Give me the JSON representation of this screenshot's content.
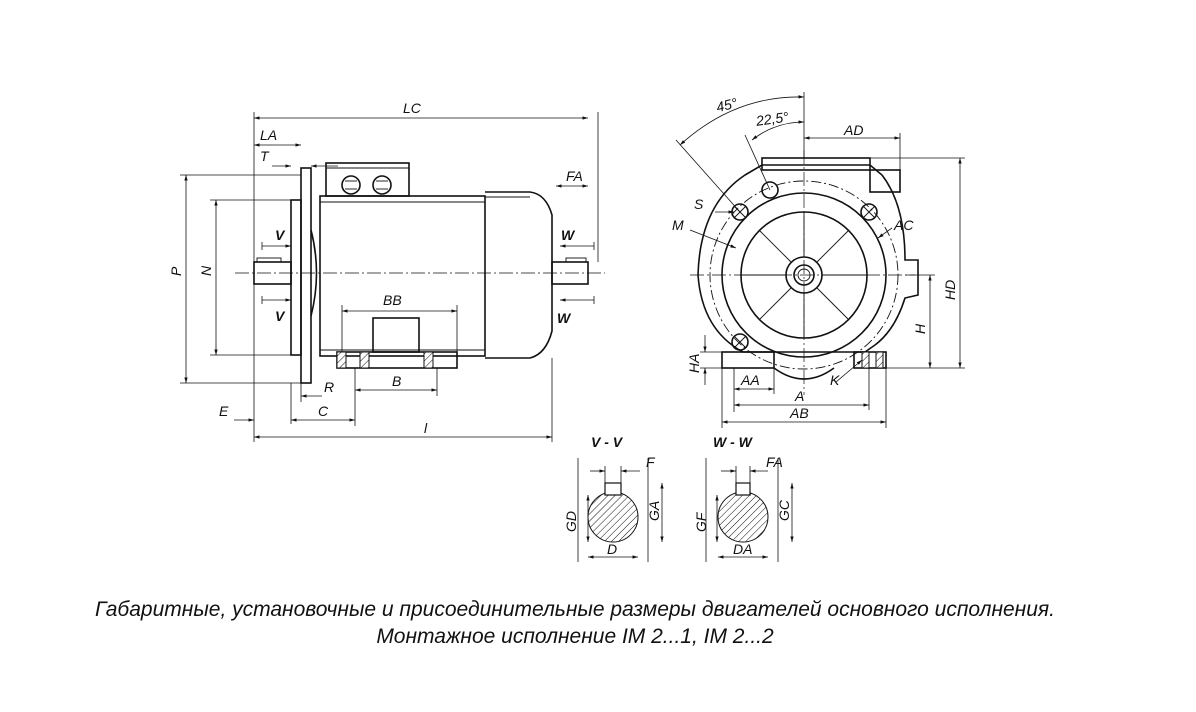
{
  "labels": {
    "LC": "LC",
    "LA": "LA",
    "T": "T",
    "FA": "FA",
    "P": "P",
    "N": "N",
    "V": "V",
    "W": "W",
    "BB": "BB",
    "R": "R",
    "B": "B",
    "C": "C",
    "E": "E",
    "l": "l",
    "deg45": "45°",
    "deg22_5": "22,5°",
    "AD": "AD",
    "S": "S",
    "M": "M",
    "AC": "AC",
    "HD": "HD",
    "H": "H",
    "HA": "HA",
    "AA": "AA",
    "K": "K",
    "A": "A",
    "AB": "AB",
    "section_vv": "V - V",
    "F": "F",
    "GD": "GD",
    "GA": "GA",
    "D": "D",
    "section_ww": "W - W",
    "GF": "GF",
    "GC": "GC",
    "DA": "DA"
  },
  "caption": {
    "line1": "Габаритные, установочные и присоединительные размеры двигателей основного исполнения.",
    "line2": "Монтажное исполнение IM 2...1, IM 2...2"
  }
}
